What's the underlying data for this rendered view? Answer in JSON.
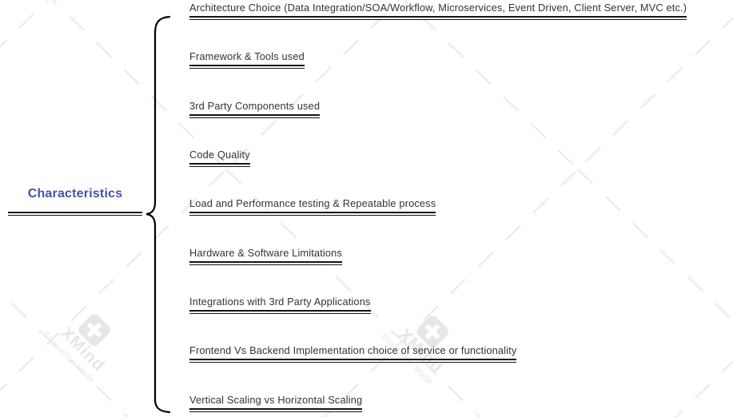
{
  "watermark": {
    "brand": "XMind",
    "mode": "Evaluation Mode",
    "color": "#e6e6e6",
    "lattice_color": "#ececec"
  },
  "colors": {
    "root_text": "#4753a2",
    "topic_text": "#333333",
    "line": "#141414",
    "brace": "#000000"
  },
  "mindmap": {
    "root": {
      "label": "Characteristics"
    },
    "topics": [
      {
        "label": "Architecture Choice (Data Integration/SOA/Workflow, Microservices, Event Driven, Client Server, MVC etc.)"
      },
      {
        "label": "Framework & Tools used"
      },
      {
        "label": "3rd Party Components used"
      },
      {
        "label": "Code Quality"
      },
      {
        "label": "Load and Performance testing & Repeatable process"
      },
      {
        "label": "Hardware & Software Limitations"
      },
      {
        "label": "Integrations with 3rd Party Applications"
      },
      {
        "label": "Frontend Vs Backend Implementation choice of service or functionality"
      },
      {
        "label": "Vertical Scaling vs Horizontal Scaling"
      }
    ]
  }
}
